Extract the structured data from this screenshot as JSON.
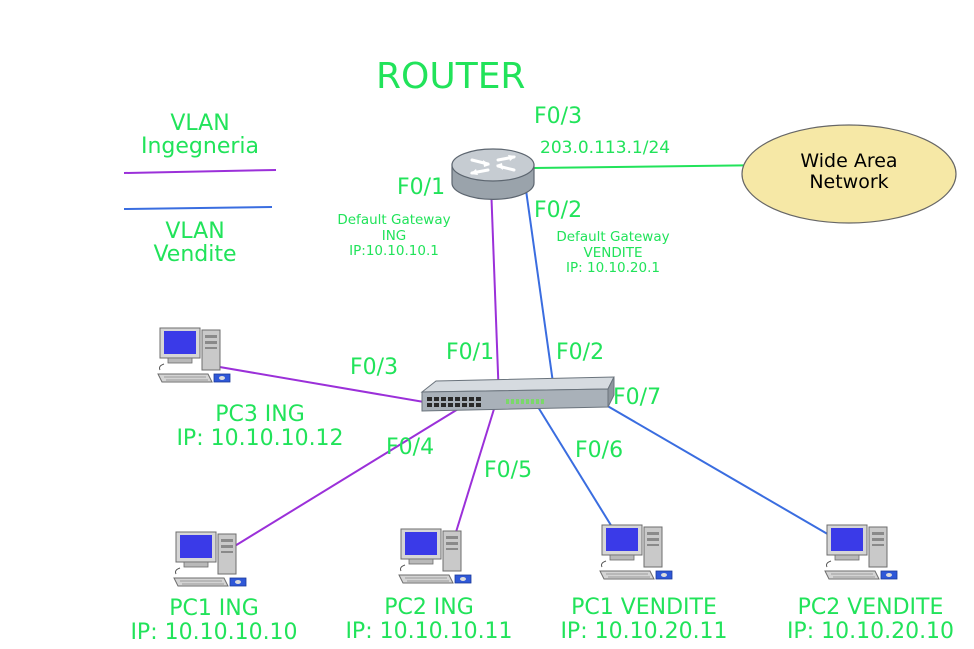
{
  "title": "ROUTER",
  "colors": {
    "ing": "#9b30d9",
    "vendite": "#3a6de0",
    "label": "#21e35a",
    "wan_fill": "#f6e8a6"
  },
  "legend": {
    "ing": {
      "line1": "VLAN",
      "line2": "Ingegneria"
    },
    "vendite": {
      "line1": "VLAN",
      "line2": "Vendite"
    }
  },
  "router": {
    "ports": {
      "f03": "F0/3",
      "f01": "F0/1",
      "f02": "F0/2"
    },
    "f03_ip": "203.0.113.1/24",
    "gw_ing": {
      "line1": "Default Gateway",
      "line2": "ING",
      "line3": "IP:10.10.10.1"
    },
    "gw_vendite": {
      "line1": "Default Gateway",
      "line2": "VENDITE",
      "line3": "IP: 10.10.20.1"
    }
  },
  "wan": {
    "line1": "Wide Area",
    "line2": "Network"
  },
  "switch": {
    "ports": {
      "f01": "F0/1",
      "f02": "F0/2",
      "f03": "F0/3",
      "f04": "F0/4",
      "f05": "F0/5",
      "f06": "F0/6",
      "f07": "F0/7"
    }
  },
  "pcs": {
    "pc3_ing": {
      "name": "PC3 ING",
      "ip": "IP: 10.10.10.12"
    },
    "pc1_ing": {
      "name": "PC1 ING",
      "ip": "IP: 10.10.10.10"
    },
    "pc2_ing": {
      "name": "PC2 ING",
      "ip": "IP: 10.10.10.11"
    },
    "pc1_vendite": {
      "name": "PC1 VENDITE",
      "ip": "IP: 10.10.20.11"
    },
    "pc2_vendite": {
      "name": "PC2 VENDITE",
      "ip": "IP: 10.10.20.10"
    }
  },
  "icons": {
    "router": "router-icon",
    "switch": "switch-icon",
    "pc": "desktop-pc-icon",
    "wan": "cloud-ellipse"
  }
}
